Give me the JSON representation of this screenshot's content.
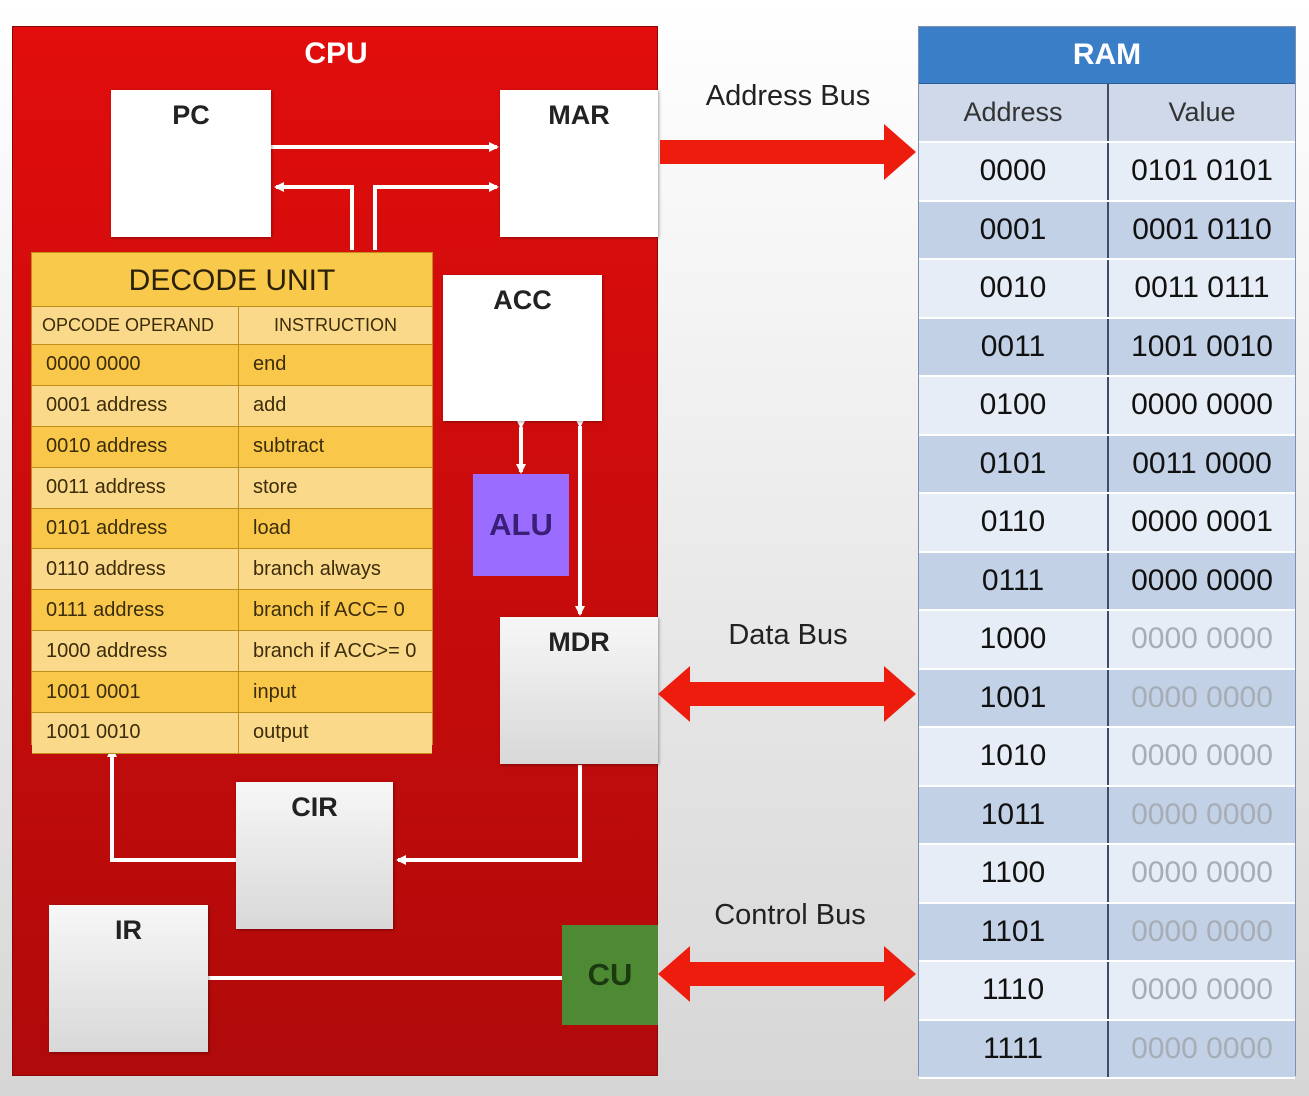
{
  "cpu": {
    "title": "CPU",
    "pc": "PC",
    "mar": "MAR",
    "acc": "ACC",
    "alu": "ALU",
    "mdr": "MDR",
    "cir": "CIR",
    "ir": "IR",
    "cu": "CU"
  },
  "decode_unit": {
    "title": "DECODE UNIT",
    "headers": [
      "OPCODE OPERAND",
      "INSTRUCTION"
    ],
    "rows": [
      [
        "0000 0000",
        "end"
      ],
      [
        "0001 address",
        "add"
      ],
      [
        "0010 address",
        "subtract"
      ],
      [
        "0011 address",
        "store"
      ],
      [
        "0101 address",
        "load"
      ],
      [
        "0110 address",
        "branch always"
      ],
      [
        "0111 address",
        "branch if ACC= 0"
      ],
      [
        "1000 address",
        "branch if ACC>=  0"
      ],
      [
        "1001 0001",
        "input"
      ],
      [
        "1001 0010",
        "output"
      ]
    ]
  },
  "buses": {
    "address": "Address Bus",
    "data": "Data Bus",
    "control": "Control Bus"
  },
  "ram": {
    "title": "RAM",
    "headers": [
      "Address",
      "Value"
    ],
    "rows": [
      [
        "0000",
        "0101 0101"
      ],
      [
        "0001",
        "0001 0110"
      ],
      [
        "0010",
        "0011 0111"
      ],
      [
        "0011",
        "1001 0010"
      ],
      [
        "0100",
        "0000 0000"
      ],
      [
        "0101",
        "0011 0000"
      ],
      [
        "0110",
        "0000 0001"
      ],
      [
        "0111",
        "0000 0000"
      ],
      [
        "1000",
        "0000 0000"
      ],
      [
        "1001",
        "0000 0000"
      ],
      [
        "1010",
        "0000 0000"
      ],
      [
        "1011",
        "0000 0000"
      ],
      [
        "1100",
        "0000 0000"
      ],
      [
        "1101",
        "0000 0000"
      ],
      [
        "1110",
        "0000 0000"
      ],
      [
        "1111",
        "0000 0000"
      ]
    ],
    "faded_from_index": 8
  },
  "colors": {
    "cpu": "#d60c0c",
    "decode_unit": "#f8c94a",
    "alu": "#9a6cff",
    "cu": "#4e8a33",
    "ram_header": "#3a7ec8",
    "bus_arrow": "#ee1c0c"
  }
}
